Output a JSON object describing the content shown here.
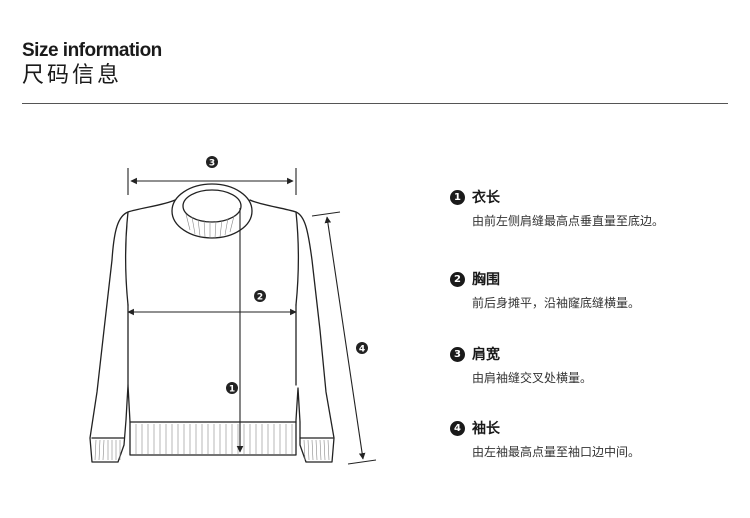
{
  "header": {
    "title_en": "Size information",
    "title_cn": "尺码信息"
  },
  "diagram": {
    "markers": [
      "1",
      "2",
      "3",
      "4"
    ]
  },
  "measurements": [
    {
      "number": "1",
      "title": "衣长",
      "description": "由前左侧肩缝最高点垂直量至底边。"
    },
    {
      "number": "2",
      "title": "胸围",
      "description": "前后身摊平，沿袖窿底缝横量。"
    },
    {
      "number": "3",
      "title": "肩宽",
      "description": "由肩袖缝交叉处横量。"
    },
    {
      "number": "4",
      "title": "袖长",
      "description": "由左袖最高点量至袖口边中间。"
    }
  ],
  "colors": {
    "ink": "#1a1a1a",
    "rule": "#555555"
  }
}
